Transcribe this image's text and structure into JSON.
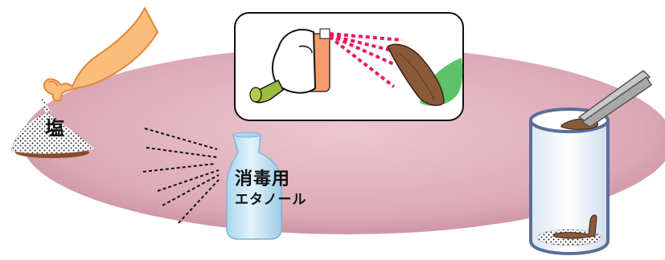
{
  "labels": {
    "salt": "塩",
    "ethanol_line1": "消毒用",
    "ethanol_line2": "エタノール"
  },
  "colors": {
    "table": "#dfb0bc",
    "table_edge": "#c98a9a",
    "hand_skin": "#fbbd7b",
    "glove": "#ffffff",
    "spray_can": "#f59a6a",
    "spray_mist": "#e8185a",
    "leaf": "#5cc36a",
    "leech": "#8a5a38",
    "bottle": "#c9e6f6",
    "jar_outline": "#5a6e9a",
    "tweezers": "#b7b7b7"
  },
  "icons": [
    "hand-icon",
    "salt-pile-icon",
    "spray-can-icon",
    "leaf-icon",
    "leech-icon",
    "ethanol-bottle-icon",
    "jar-icon",
    "tweezers-icon"
  ]
}
